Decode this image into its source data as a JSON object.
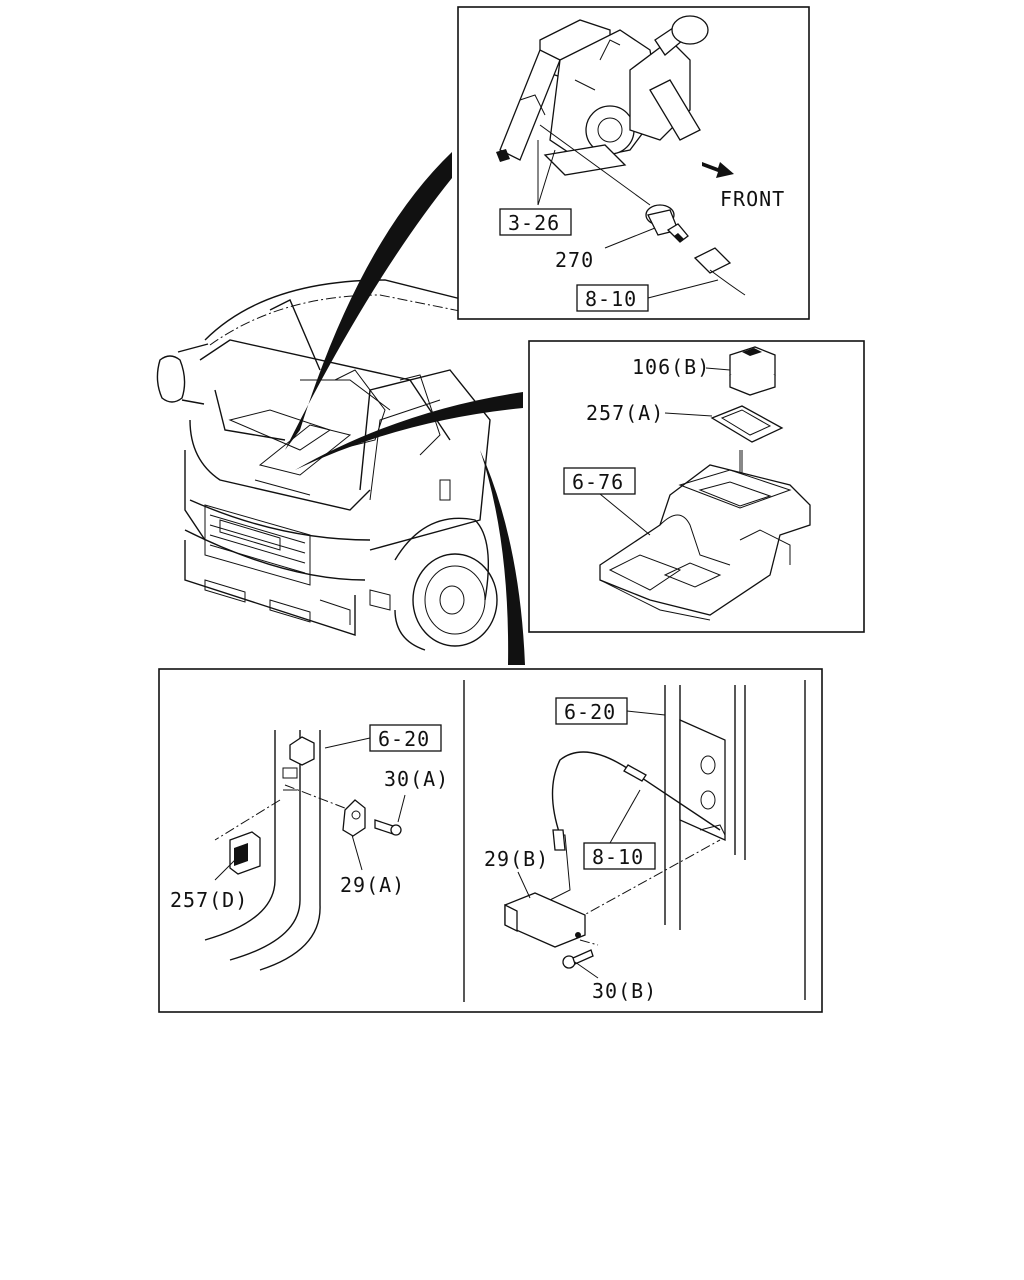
{
  "callouts": {
    "top_ref_3_26": "3-26",
    "top_part_270": "270",
    "top_ref_8_10": "8-10",
    "top_front": "FRONT",
    "mid_part_106b": "106(B)",
    "mid_part_257a": "257(A)",
    "mid_ref_6_76": "6-76",
    "bl_ref_6_20": "6-20",
    "bl_part_30a": "30(A)",
    "bl_part_29a": "29(A)",
    "bl_part_257d": "257(D)",
    "br_ref_6_20": "6-20",
    "br_ref_8_10": "8-10",
    "br_part_29b": "29(B)",
    "br_part_30b": "30(B)"
  }
}
